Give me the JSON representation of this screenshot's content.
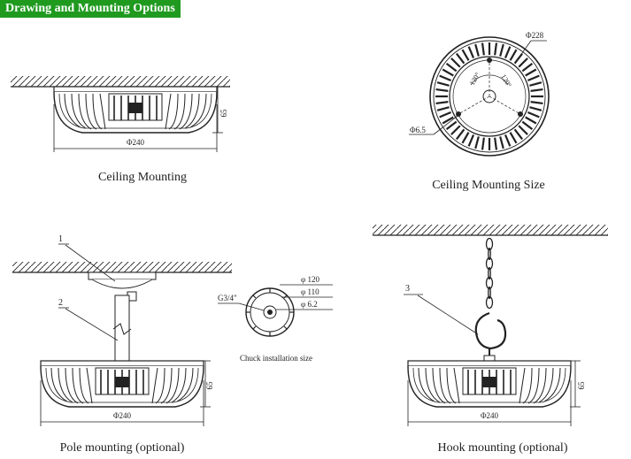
{
  "header": {
    "title": "Drawing and Mounting Options"
  },
  "captions": {
    "ceiling": "Ceiling Mounting",
    "ceiling_size": "Ceiling Mounting Size",
    "pole": "Pole mounting (optional)",
    "hook": "Hook mounting (optional)",
    "chuck": "Chuck installation size"
  },
  "dims": {
    "diameter_240": "Φ240",
    "height_65": "65",
    "diameter_228": "Φ228",
    "hole_6_5": "Φ6.5",
    "angle_120": "120°",
    "chuck_120": "φ 120",
    "chuck_110": "φ 110",
    "chuck_6_2": "φ 6.2",
    "thread": "G3/4\""
  },
  "callouts": {
    "one": "1",
    "two": "2",
    "three": "3"
  },
  "colors": {
    "badge": "#1f9a1f",
    "line": "#222222"
  }
}
